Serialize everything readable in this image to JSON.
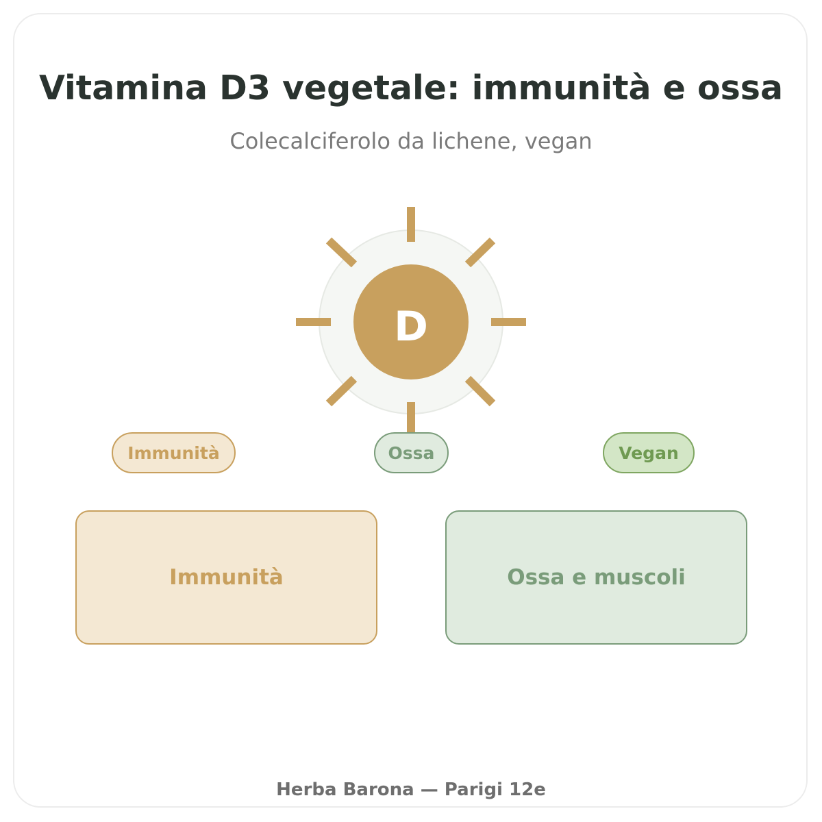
{
  "header": {
    "title": "Vitamina D3 vegetale: immunità e ossa",
    "subtitle": "Colecalciferolo da lichene, vegan"
  },
  "sun": {
    "label": "D",
    "icon": "sun-icon",
    "colors": {
      "core": "#c8a05e",
      "halo": "#f5f7f4",
      "rays": "#c8a05e"
    }
  },
  "pills": {
    "immunita": "Immunità",
    "ossa": "Ossa",
    "vegan": "Vegan"
  },
  "boxes": {
    "immunita": "Immunità",
    "ossa_muscoli": "Ossa e muscoli"
  },
  "footer": {
    "text": "Herba Barona — Parigi 12e"
  }
}
